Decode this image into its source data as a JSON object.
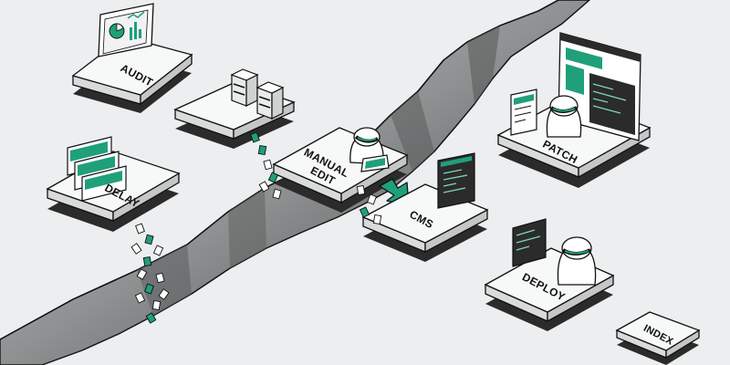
{
  "colors": {
    "background": "#eceeef",
    "accent": "#1fa07a",
    "outline": "#111111",
    "platform_top": "#f7f8f8",
    "shadow": "#2b2b2b"
  },
  "platforms": {
    "audit": {
      "label": "AUDIT",
      "icon": "dashboard-monitor-icon"
    },
    "servers": {
      "label": "",
      "icon": "server-rack-icon"
    },
    "delay": {
      "label": "DELAY",
      "icon": "stacked-cards-icon"
    },
    "manual_edit": {
      "label_line1": "MANUAL",
      "label_line2": "EDIT",
      "icon": "robot-icon"
    },
    "cms": {
      "label": "CMS",
      "icon": "code-panel-icon"
    },
    "patch": {
      "label": "PATCH",
      "icon": "code-monitor-icon"
    },
    "deploy": {
      "label": "DEPLOY",
      "icon": "robot-icon"
    },
    "index": {
      "label": "INDEX",
      "icon": ""
    }
  },
  "crevasse": {
    "icon": "ground-crack-icon"
  }
}
